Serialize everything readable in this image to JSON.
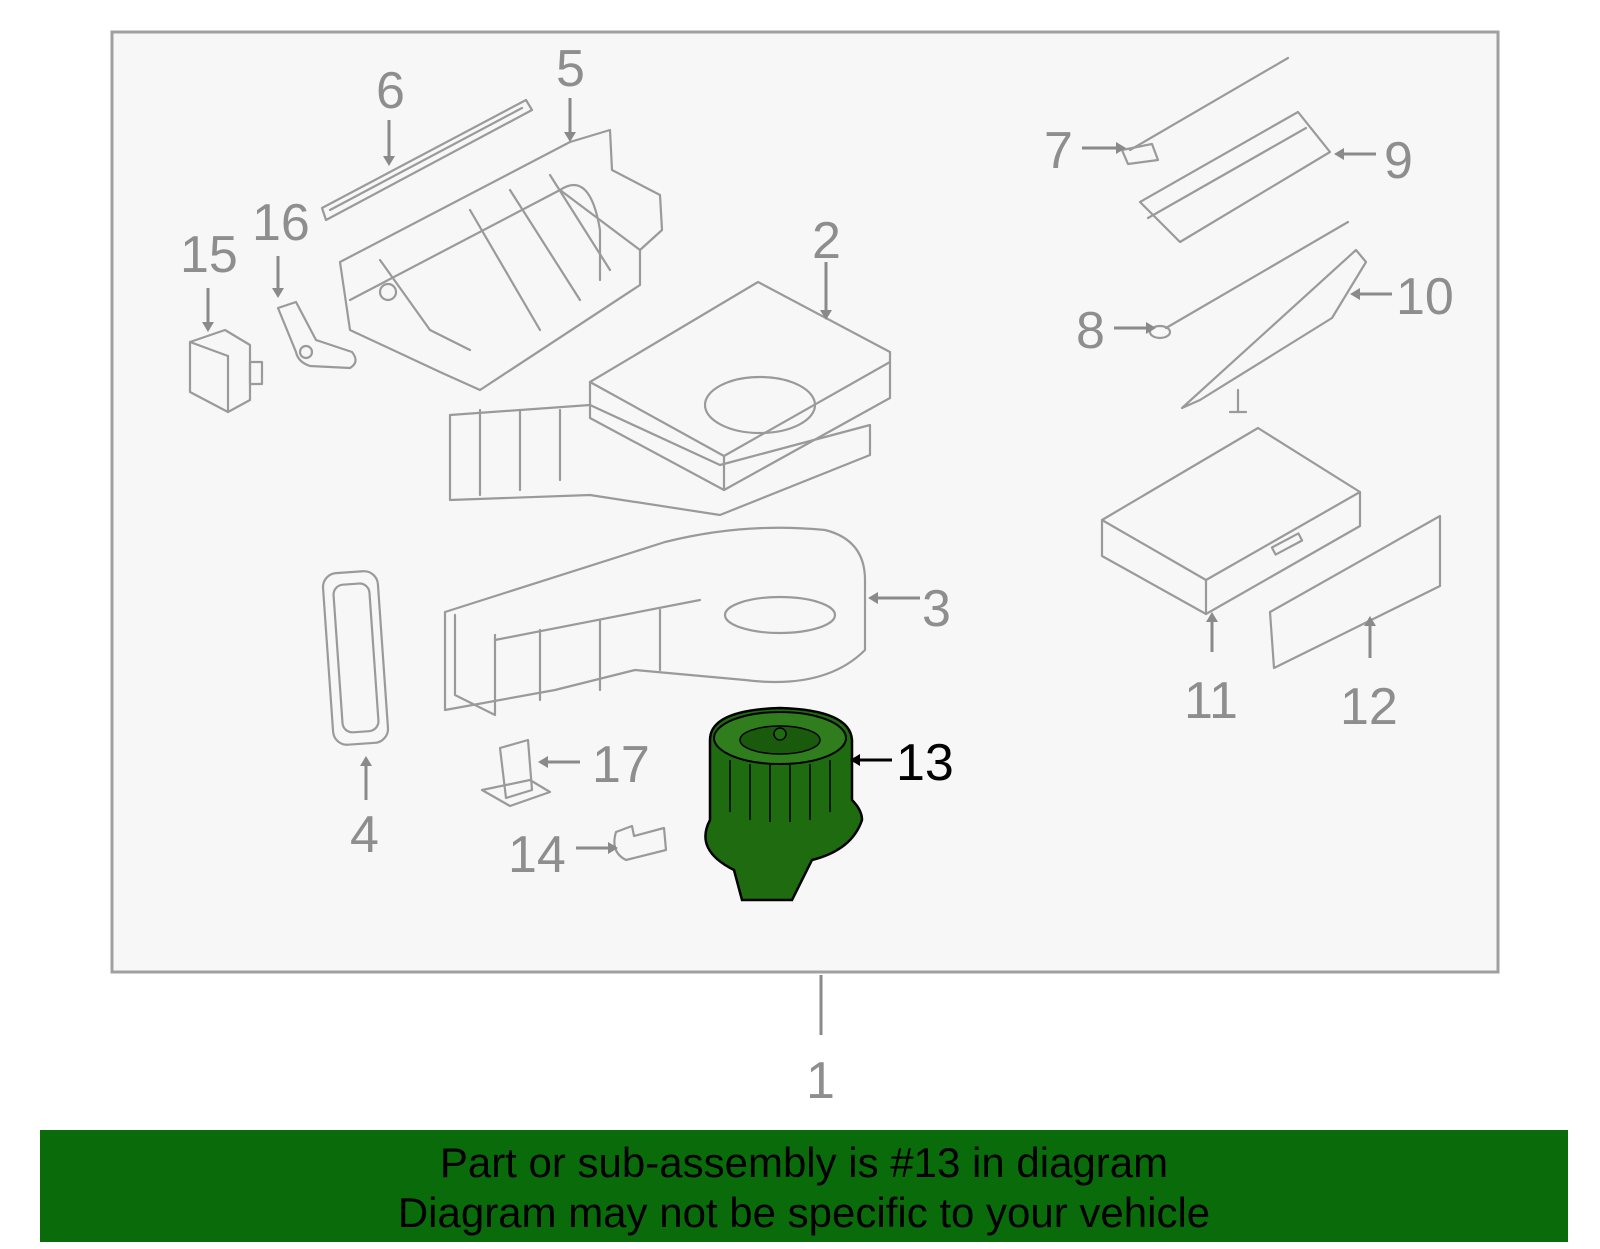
{
  "callouts": {
    "c1": "1",
    "c2": "2",
    "c3": "3",
    "c4": "4",
    "c5": "5",
    "c6": "6",
    "c7": "7",
    "c8": "8",
    "c9": "9",
    "c10": "10",
    "c11": "11",
    "c12": "12",
    "c13": "13",
    "c14": "14",
    "c15": "15",
    "c16": "16",
    "c17": "17"
  },
  "highlight": {
    "part": "13",
    "color": "#1f6b0f"
  },
  "footer": {
    "line1": "Part or sub-assembly is #13 in diagram",
    "line2": "Diagram may not be specific to your vehicle",
    "background": "#0a6b0a"
  }
}
